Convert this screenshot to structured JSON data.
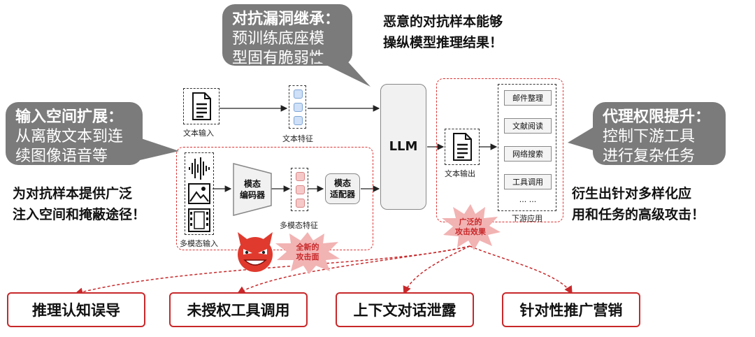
{
  "callouts": {
    "adversarial": {
      "head": "对抗漏洞继承：",
      "lines": [
        "预训练底座模",
        "型固有脆弱性"
      ]
    },
    "input_space": {
      "head": "输入空间扩展：",
      "lines": [
        "从离散文本到连",
        "续图像语音等"
      ]
    },
    "agent": {
      "head": "代理权限提升：",
      "lines": [
        "控制下游工具",
        "进行复杂任务"
      ]
    }
  },
  "statements": {
    "top": [
      "恶意的对抗样本能够",
      "操纵模型推理结果！"
    ],
    "left": [
      "为对抗样本提供广泛",
      "注入空间和掩蔽途径！"
    ],
    "right": [
      "衍生出针对多样化应",
      "用和任务的高级攻击！"
    ]
  },
  "diagram": {
    "text_input_label": "文本输入",
    "text_feature_label": "文本特征",
    "multimodal_input_label": "多模态输入",
    "encoder_label": "模态\n编码器",
    "multimodal_feature_label": "多模态特征",
    "adapter_label": "模态\n适配器",
    "llm_label": "LLM",
    "text_output_label": "文本输出",
    "downstream_label": "下游应用",
    "downstream_items": [
      "邮件整理",
      "文献阅读",
      "网络搜索",
      "工具调用",
      "... ..."
    ],
    "new_attack_surface": "全新的\n攻击面",
    "broad_attack_effect": "广泛的\n攻击效果"
  },
  "attacks": [
    "推理认知误导",
    "未授权工具调用",
    "上下文对话泄露",
    "针对性推广营销"
  ],
  "colors": {
    "bubble_gray": "#7b7b7b",
    "attack_red": "#c8282a",
    "burst_pink": "#f2b3b3",
    "devil_red": "#e03a2e"
  }
}
